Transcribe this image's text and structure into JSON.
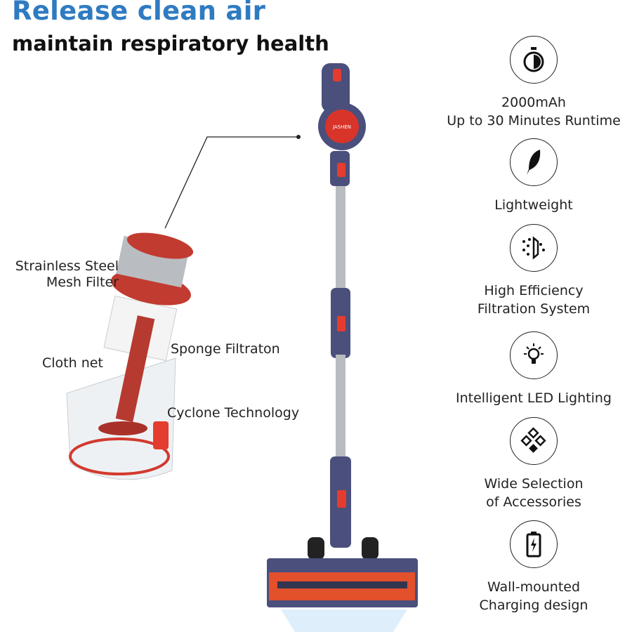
{
  "header": {
    "title": "Release clean air",
    "subtitle": "maintain respiratory health"
  },
  "product": {
    "brand": "JASHEN"
  },
  "parts": [
    {
      "label_1": "Strainless Steel",
      "label_2": "Mesh Filter"
    },
    {
      "label": "Sponge Filtraton"
    },
    {
      "label": "Cloth net"
    },
    {
      "label": "Cyclone Technology"
    }
  ],
  "features": [
    {
      "icon": "stopwatch-icon",
      "line1": "2000mAh",
      "line2": "Up to 30  Minutes Runtime"
    },
    {
      "icon": "feather-icon",
      "line1": "Lightweight"
    },
    {
      "icon": "filtration-icon",
      "line1": "High Efficiency",
      "line2": "Filtration System"
    },
    {
      "icon": "light-bulb-icon",
      "line1": "Intelligent LED Lighting"
    },
    {
      "icon": "accessories-icon",
      "line1": "Wide Selection",
      "line2": "of Accessories"
    },
    {
      "icon": "battery-icon",
      "line1": "Wall-mounted",
      "line2": "Charging design"
    }
  ],
  "colors": {
    "accent": "#2f7bc1",
    "red": "#c8332b",
    "navy": "#4a4f7c"
  }
}
